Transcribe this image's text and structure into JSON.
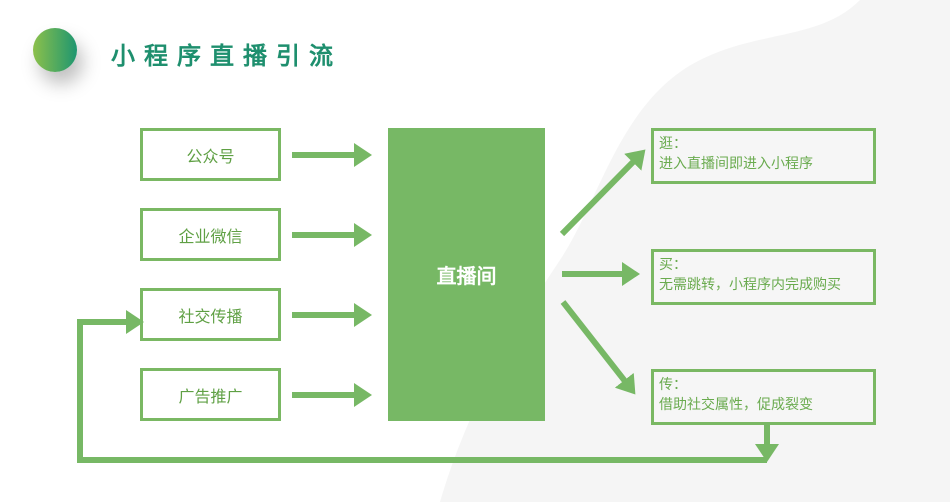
{
  "title": "小程序直播引流",
  "sources": [
    "公众号",
    "企业微信",
    "社交传播",
    "广告推广"
  ],
  "center": "直播间",
  "outcomes": [
    {
      "head": "逛：",
      "text": "进入直播间即进入小程序"
    },
    {
      "head": "买：",
      "text": "无需跳转，小程序内完成购买"
    },
    {
      "head": "传：",
      "text": "借助社交属性，促成裂变"
    }
  ],
  "colors": {
    "accent": "#77b865",
    "title": "#1e8f6e"
  }
}
